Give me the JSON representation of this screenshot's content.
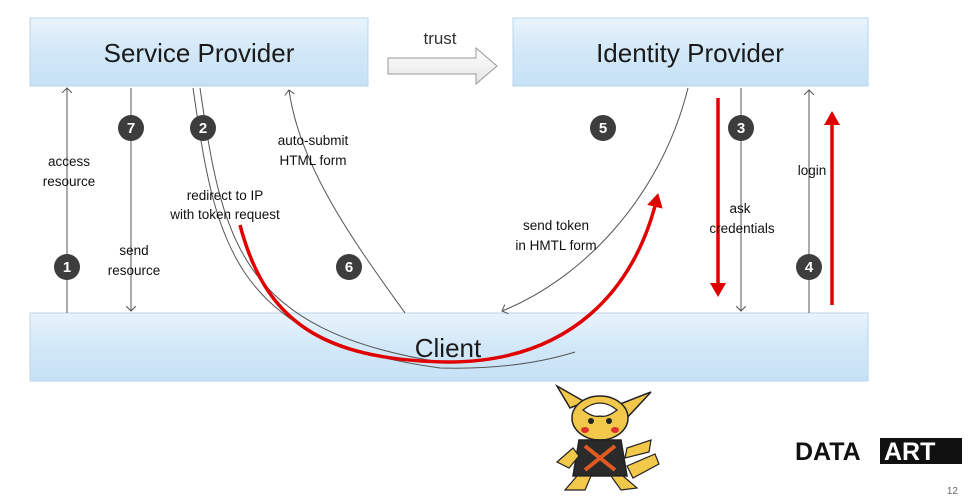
{
  "boxes": {
    "service_provider": "Service Provider",
    "identity_provider": "Identity Provider",
    "client": "Client"
  },
  "trust": "trust",
  "steps": [
    {
      "num": "1",
      "label": [
        "access",
        "resource"
      ]
    },
    {
      "num": "2",
      "label": [
        "redirect to IP",
        "with token request"
      ]
    },
    {
      "num": "3",
      "label": [
        "ask",
        "credentials"
      ]
    },
    {
      "num": "4",
      "label": [
        "login"
      ]
    },
    {
      "num": "5",
      "label": [
        "send token",
        "in HMTL form"
      ]
    },
    {
      "num": "6",
      "label": [
        "auto-submit",
        "HTML form"
      ]
    },
    {
      "num": "7",
      "label": [
        "send",
        "resource"
      ]
    }
  ],
  "logo": {
    "part1": "DATA",
    "part2": "ART"
  },
  "page_number": "12",
  "colors": {
    "box_fill": "#d3e9f8",
    "box_stroke": "#b6d3ea",
    "circle": "#3d3d3d",
    "red": "#e00000"
  }
}
